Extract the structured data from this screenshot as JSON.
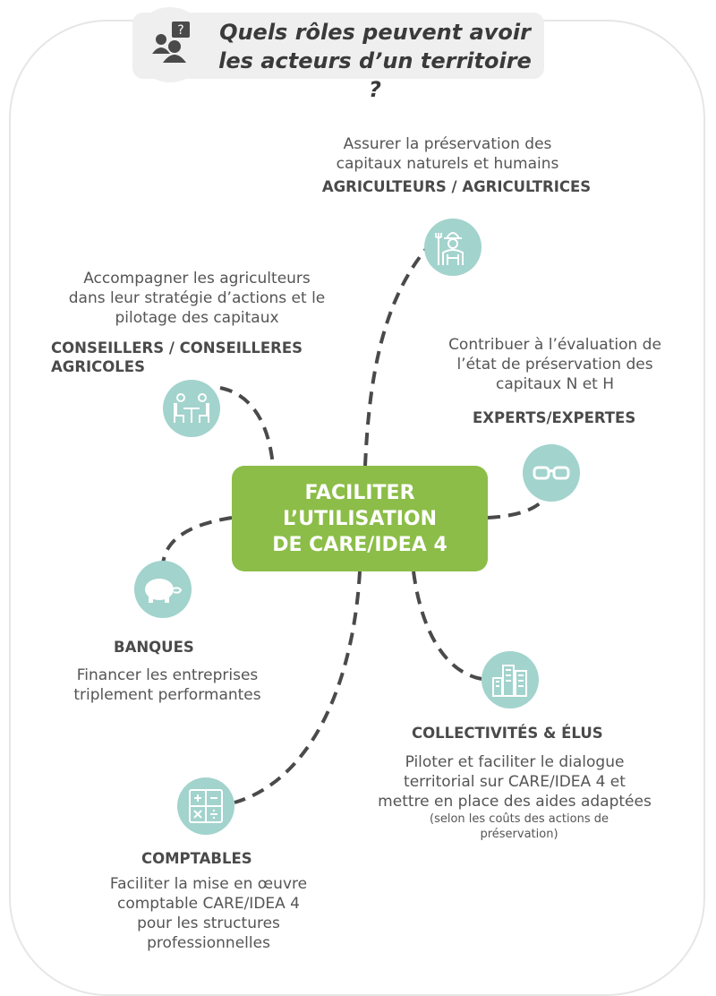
{
  "question": {
    "line1": "Quels rôles peuvent avoir",
    "line2": "les acteurs d’un territoire ?",
    "icon": "people-question-icon"
  },
  "center": {
    "line1": "FACILITER",
    "line2": "L’UTILISATION",
    "line3": "DE CARE/IDEA 4"
  },
  "actors": {
    "agriculteurs": {
      "icon": "farmer-icon",
      "desc1": "Assurer la préservation des",
      "desc2": "capitaux naturels et humains",
      "title": "AGRICULTEURS / AGRICULTRICES"
    },
    "conseillers": {
      "icon": "meeting-table-icon",
      "desc1": "Accompagner les agriculteurs",
      "desc2": "dans leur stratégie d’actions et le",
      "desc3": "pilotage des capitaux",
      "title1": "CONSEILLERS / CONSEILLERES",
      "title2": "AGRICOLES"
    },
    "experts": {
      "icon": "glasses-icon",
      "desc1": "Contribuer à l’évaluation de",
      "desc2": "l’état de préservation des",
      "desc3": "capitaux N et H",
      "title": "EXPERTS/EXPERTES"
    },
    "banques": {
      "icon": "piggy-bank-icon",
      "title": "BANQUES",
      "desc1": "Financer les entreprises",
      "desc2": "triplement performantes"
    },
    "collectivites": {
      "icon": "buildings-icon",
      "title": "COLLECTIVITÉS & ÉLUS",
      "desc1": "Piloter et faciliter le dialogue",
      "desc2": "territorial sur CARE/IDEA 4  et",
      "desc3": "mettre en place des aides adaptées",
      "note1": "(selon les coûts des actions de",
      "note2": "préservation)"
    },
    "comptables": {
      "icon": "calculator-icon",
      "title": "COMPTABLES",
      "desc1": "Faciliter la mise en œuvre",
      "desc2": "comptable CARE/IDEA 4",
      "desc3": "pour les structures",
      "desc4": "professionnelles"
    }
  },
  "colors": {
    "center": "#8cbd48",
    "node": "#a2d3cd",
    "connector": "#4a4a4a",
    "question_bg": "#efefef"
  }
}
